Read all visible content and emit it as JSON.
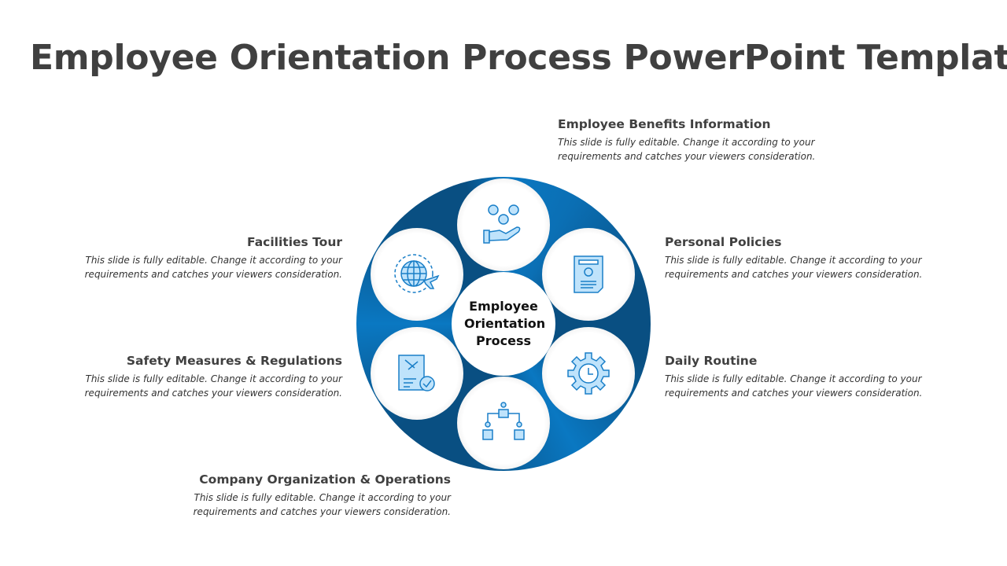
{
  "title": "Employee Orientation Process PowerPoint Template",
  "center_label": "Employee Orientation Process",
  "accent_colors": {
    "dark": "#094f82",
    "blue": "#0a78c2",
    "icon_fill": "#bfe3fb",
    "icon_stroke": "#1a7fc8"
  },
  "items": [
    {
      "title": "Employee Benefits Information",
      "text": "This slide is fully editable. Change it according to your requirements and catches your viewers consideration.",
      "icon": "benefits-hand-icon"
    },
    {
      "title": "Personal Policies",
      "text": "This slide is fully editable. Change it according to your requirements and catches your viewers consideration.",
      "icon": "policy-document-icon"
    },
    {
      "title": "Daily Routine",
      "text": "This slide is fully editable. Change it according to your requirements and catches your viewers consideration.",
      "icon": "gear-clock-icon"
    },
    {
      "title": "Company Organization & Operations",
      "text": "This slide is fully editable. Change it according to your requirements and catches your viewers consideration.",
      "icon": "org-chart-icon"
    },
    {
      "title": "Safety Measures & Regulations",
      "text": "This slide is fully editable. Change it according to your requirements and catches your viewers consideration.",
      "icon": "regulations-gavel-icon"
    },
    {
      "title": "Facilities Tour",
      "text": "This slide is fully editable. Change it according to your requirements and catches your viewers consideration.",
      "icon": "globe-plane-icon"
    }
  ]
}
